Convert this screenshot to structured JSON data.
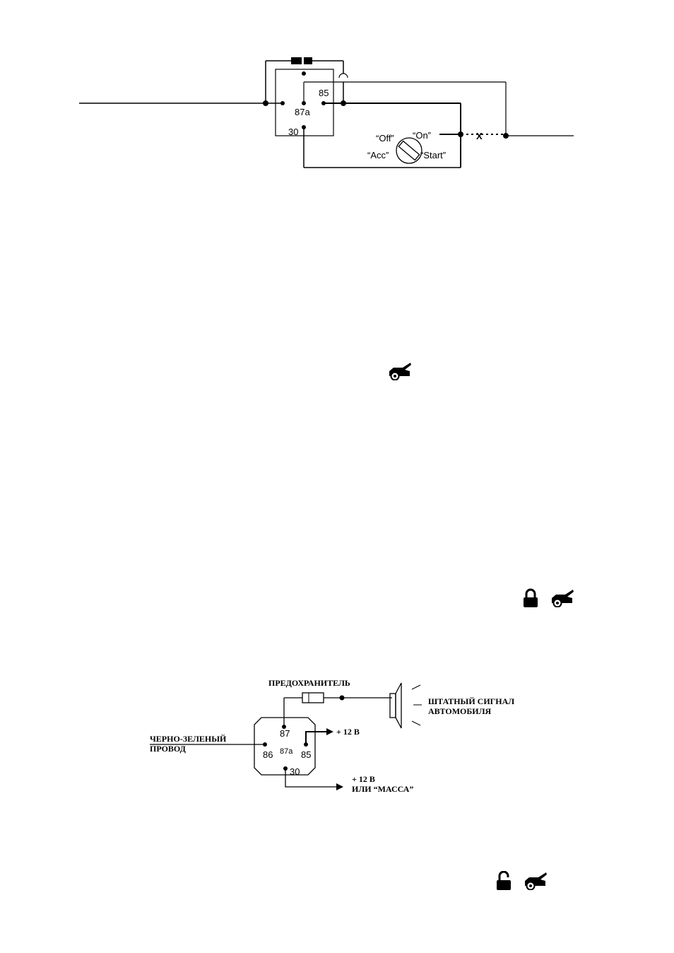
{
  "relay1": {
    "pin_85": "85",
    "pin_87a": "87a",
    "pin_30": "30",
    "cut_mark": "X"
  },
  "ignition_switch": {
    "off": "“Off”",
    "on": "“On”",
    "acc": "“Acc”",
    "start": "“Start”"
  },
  "relay2": {
    "pin_87": "87",
    "pin_86": "86",
    "pin_87a": "87a",
    "pin_85": "85",
    "pin_30": "30"
  },
  "horn_diagram": {
    "fuse_label": "ПРЕДОХРАНИТЕЛЬ",
    "horn_label_1": "ШТАТНЫЙ СИГНАЛ",
    "horn_label_2": "АВТОМОБИЛЯ",
    "wire_label_1": "ЧЕРНО-ЗЕЛЕНЫЙ",
    "wire_label_2": "ПРОВОД",
    "plus12_a": "+ 12 В",
    "plus12_b": "+ 12 В",
    "or_ground": "ИЛИ “МАССА”"
  },
  "icons": {
    "trunk_1": "car-trunk-icon",
    "lock_closed": "lock-closed-icon",
    "trunk_2": "car-trunk-icon",
    "lock_open": "lock-open-icon",
    "trunk_3": "car-trunk-icon"
  }
}
